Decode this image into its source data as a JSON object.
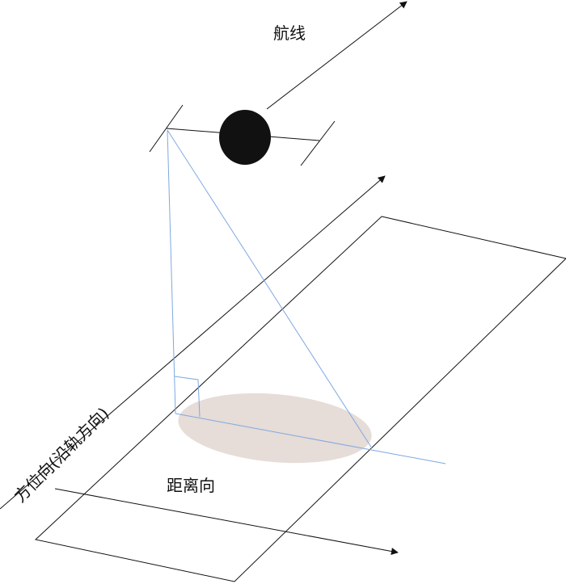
{
  "labels": {
    "flight_line": "航线",
    "azimuth": "方位向(沿轨方向)",
    "range": "距离向"
  },
  "colors": {
    "stroke": "#111111",
    "beam": "#7fa8df",
    "footprint": "#e6dcd8",
    "satellite": "#111111",
    "background": "#ffffff"
  }
}
